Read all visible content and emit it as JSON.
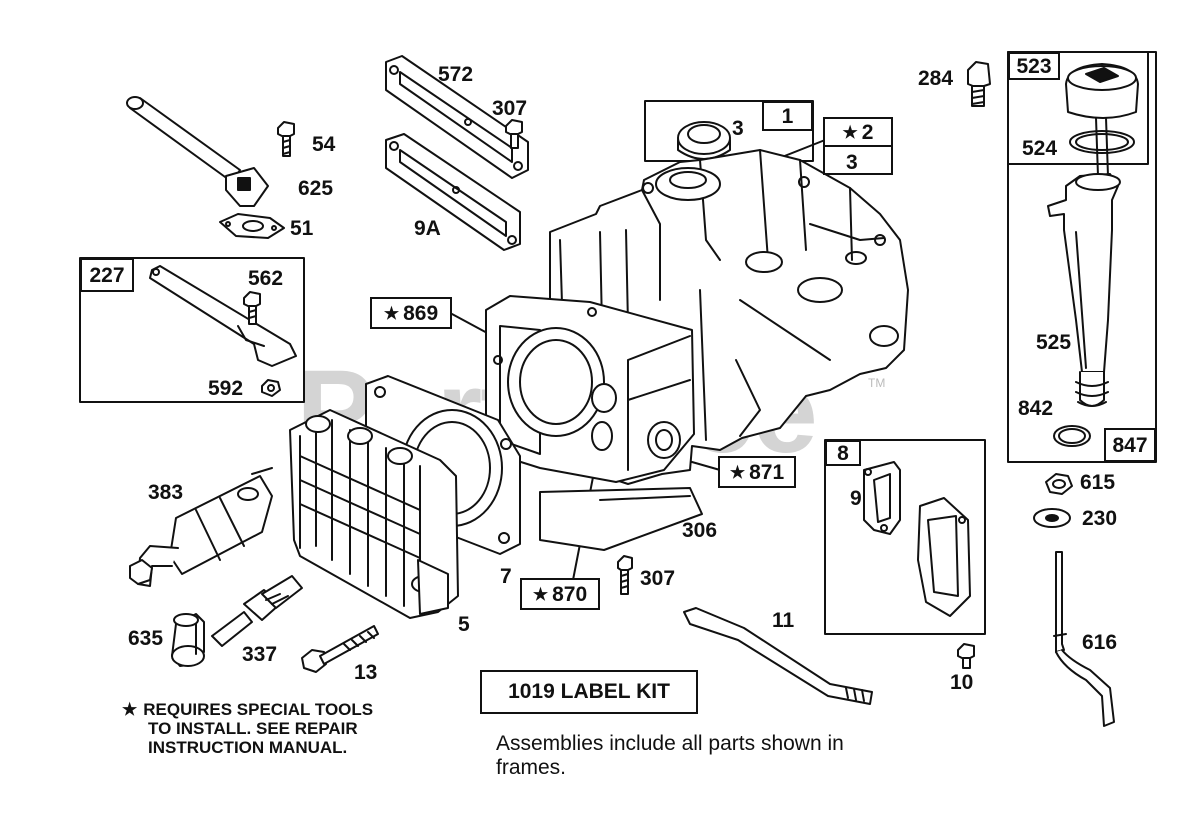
{
  "watermark": {
    "text": "PartsTree",
    "tm": "TM"
  },
  "callouts": {
    "c284": "284",
    "c523": "523",
    "c524": "524",
    "c525": "525",
    "c842": "842",
    "c847": "847",
    "c615": "615",
    "c230": "230",
    "c616": "616",
    "c10": "10",
    "c11": "11",
    "c572": "572",
    "c307a": "307",
    "c9a": "9A",
    "c54": "54",
    "c625": "625",
    "c51": "51",
    "c227": "227",
    "c562": "562",
    "c592": "592",
    "c1": "1",
    "c3a": "3",
    "c2": "2",
    "c3b": "3",
    "c869": "869",
    "c871": "871",
    "c870": "870",
    "c8": "8",
    "c9": "9",
    "c306": "306",
    "c7": "7",
    "c307b": "307",
    "c383": "383",
    "c5": "5",
    "c635": "635",
    "c337": "337",
    "c13": "13"
  },
  "star_symbol": "★",
  "note": {
    "line1": "REQUIRES SPECIAL TOOLS",
    "line2": "TO INSTALL.  SEE REPAIR",
    "line3": "INSTRUCTION MANUAL."
  },
  "label_kit": "1019 LABEL KIT",
  "assemblies": {
    "line1": "Assemblies include all parts shown in",
    "line2": "frames."
  }
}
